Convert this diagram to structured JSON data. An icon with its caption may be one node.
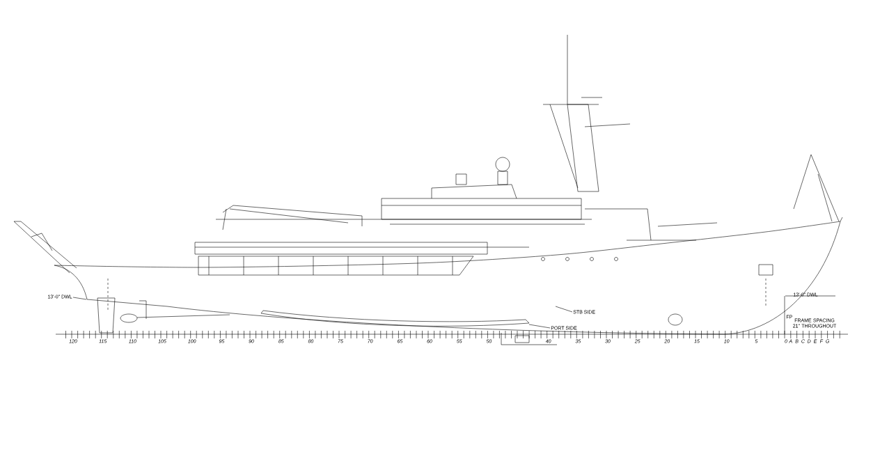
{
  "diagram": {
    "nodes": [
      {
        "text": [
          "STB SIDE"
        ]
      },
      {
        "text": [
          "PORT SIDE"
        ]
      }
    ],
    "edges": [
      {
        "from": 0,
        "to": null,
        "arrow": "none"
      },
      {
        "from": 1,
        "to": null,
        "arrow": "none"
      }
    ],
    "labels": [
      "13'-0\" DWL",
      "13'-0\" DWL",
      "FP",
      "FRAME SPACING 21\" THROUGHOUT",
      "120",
      "115",
      "110",
      "105",
      "100",
      "95",
      "90",
      "85",
      "80",
      "75",
      "70",
      "65",
      "60",
      "55",
      "50",
      "40",
      "35",
      "30",
      "25",
      "20",
      "15",
      "10",
      "5",
      "0",
      "A",
      "B",
      "C",
      "D",
      "E",
      "F",
      "G"
    ]
  }
}
